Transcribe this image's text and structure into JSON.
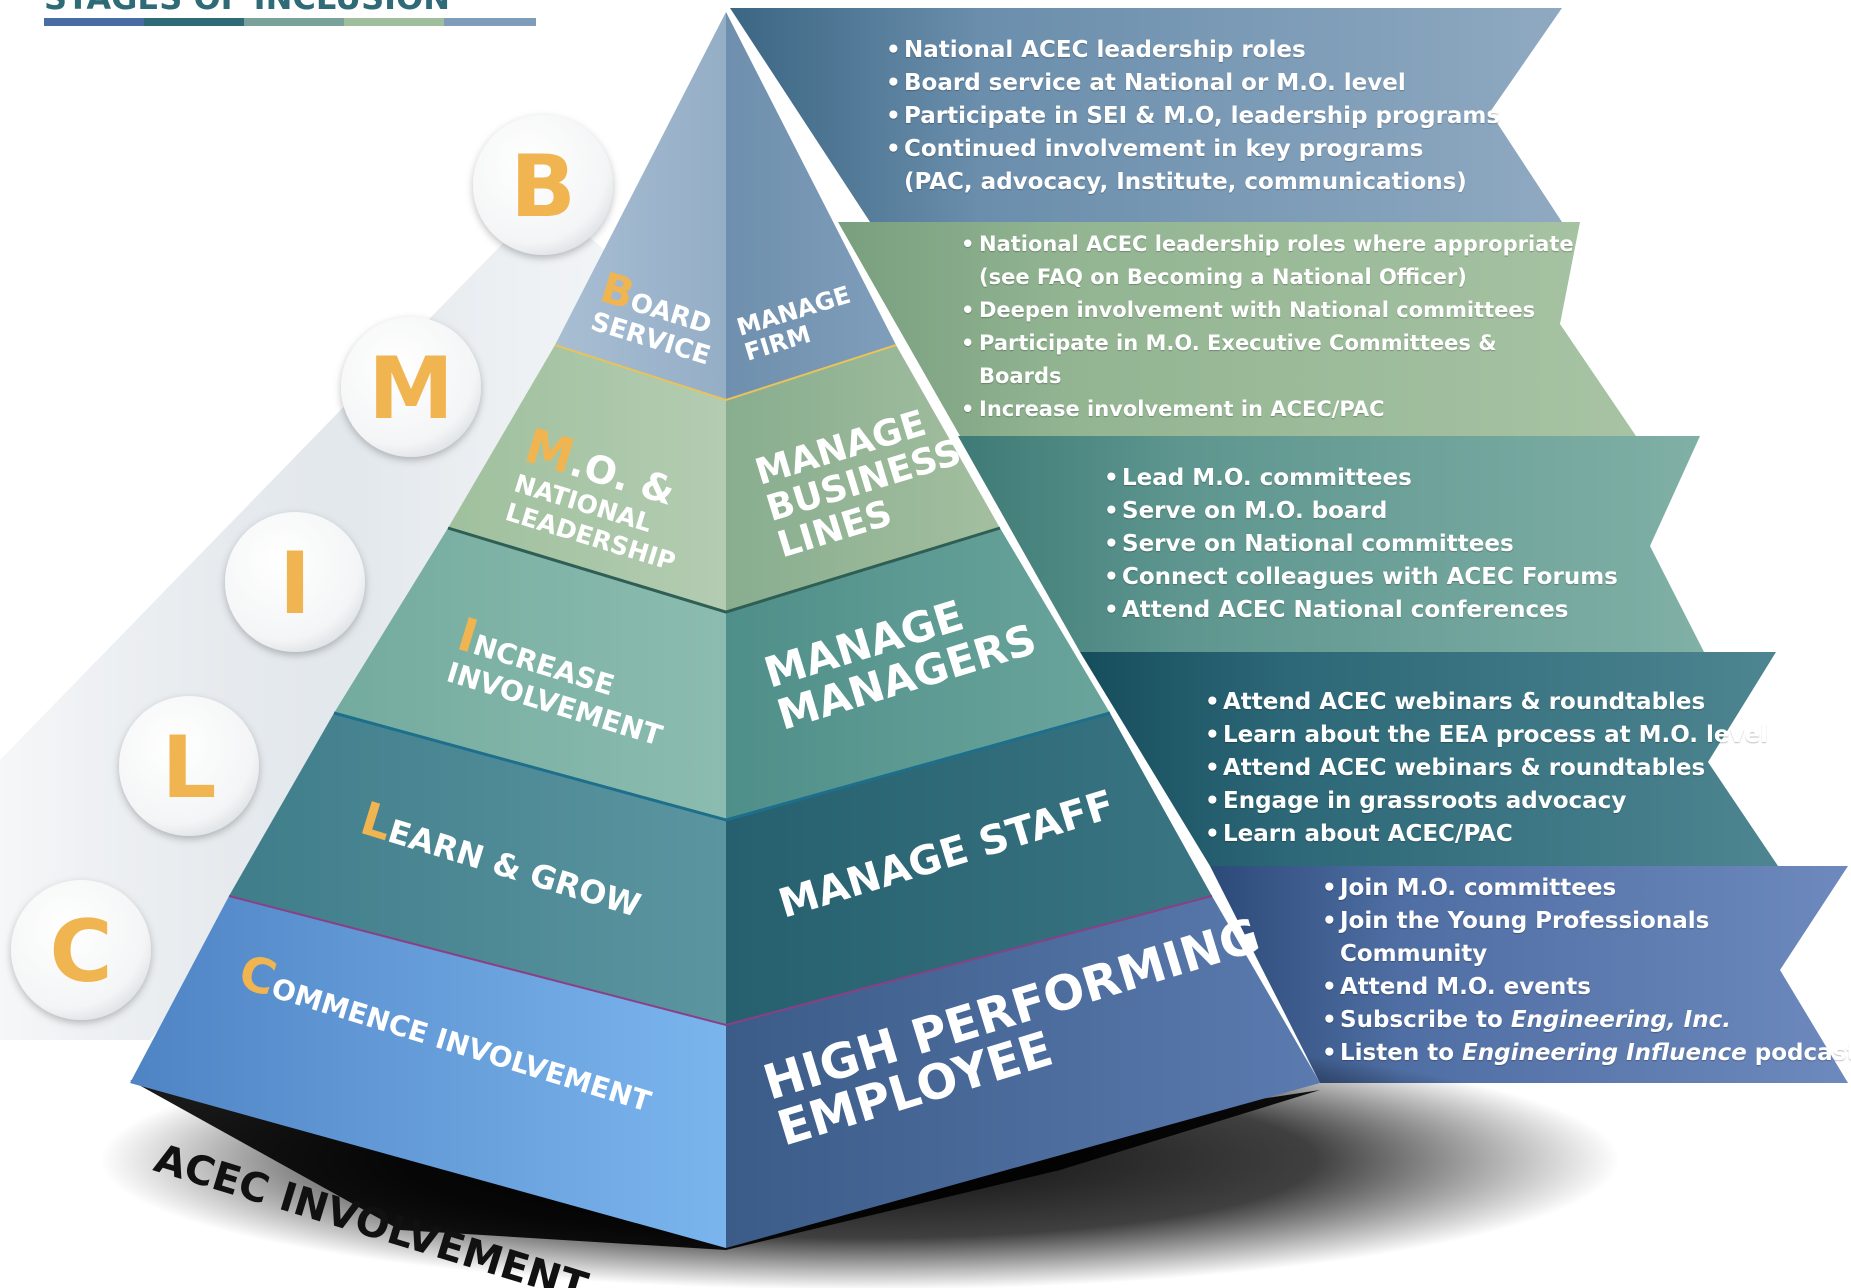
{
  "heading": "STAGES OF INCLUSION",
  "brand_colors": {
    "accent_orange": "#f0b550",
    "heading_teal": "#2f6a77",
    "top_band": "#7f9db8",
    "second_band": "#9fbe9b",
    "third_band": "#72a89e",
    "fourth_band": "#3f7d8a",
    "bottom_band": "#5d79b2"
  },
  "letters": [
    "B",
    "M",
    "I",
    "L",
    "C"
  ],
  "pyramid": {
    "base_label": "ACEC INVOLVEMENT",
    "levels": [
      {
        "initial": "B",
        "left_rest_lines": [
          "OARD",
          "SERVICE"
        ],
        "right_lines": [
          "MANAGE",
          "FIRM"
        ]
      },
      {
        "initial": "M",
        "left_rest_lines": [
          ".O. &",
          "NATIONAL",
          "LEADERSHIP"
        ],
        "right_lines": [
          "MANAGE",
          "BUSINESS",
          "LINES"
        ]
      },
      {
        "initial": "I",
        "left_rest_lines": [
          "NCREASE",
          "INVOLVEMENT"
        ],
        "right_lines": [
          "MANAGE",
          "MANAGERS"
        ]
      },
      {
        "initial": "L",
        "left_rest_lines": [
          "EARN & GROW"
        ],
        "right_lines": [
          "MANAGE STAFF"
        ]
      },
      {
        "initial": "C",
        "left_rest_lines": [
          "OMMENCE INVOLVEMENT"
        ],
        "right_lines": [
          "HIGH PERFORMING",
          "EMPLOYEE"
        ]
      }
    ]
  },
  "bands": [
    {
      "bullets": [
        {
          "text": "National ACEC leadership roles"
        },
        {
          "text": "Board service at National or M.O. level"
        },
        {
          "text": "Participate in SEI & M.O, leadership programs"
        },
        {
          "text": "Continued involvement in key programs"
        },
        {
          "text": "(PAC, advocacy, Institute, communications)",
          "continuation": true
        }
      ]
    },
    {
      "bullets": [
        {
          "text": "National ACEC leadership roles where appropriate"
        },
        {
          "text": "(see FAQ on Becoming a National Officer)",
          "continuation": true
        },
        {
          "text": "Deepen involvement with National committees"
        },
        {
          "text": "Participate in M.O. Executive Committees &"
        },
        {
          "text": "Boards",
          "continuation": true
        },
        {
          "text": "Increase involvement in ACEC/PAC"
        }
      ]
    },
    {
      "bullets": [
        {
          "text": "Lead M.O. committees"
        },
        {
          "text": "Serve on M.O. board"
        },
        {
          "text": "Serve on National committees"
        },
        {
          "text": "Connect colleagues with ACEC Forums"
        },
        {
          "text": "Attend ACEC National conferences"
        }
      ]
    },
    {
      "bullets": [
        {
          "text": "Attend ACEC webinars & roundtables"
        },
        {
          "text": "Learn about the EEA process at M.O. level"
        },
        {
          "text": "Attend ACEC webinars & roundtables"
        },
        {
          "text": "Engage in grassroots advocacy"
        },
        {
          "text": "Learn about ACEC/PAC"
        }
      ]
    },
    {
      "bullets": [
        {
          "text": "Join M.O. committees"
        },
        {
          "text": "Join the Young Professionals"
        },
        {
          "text": "Community",
          "continuation": true
        },
        {
          "text": "Attend  M.O. events"
        },
        {
          "text": "Subscribe to ",
          "italic": "Engineering, Inc."
        },
        {
          "text": "Listen to ",
          "italic": "Engineering Influence",
          "after": " podcast"
        }
      ]
    }
  ]
}
